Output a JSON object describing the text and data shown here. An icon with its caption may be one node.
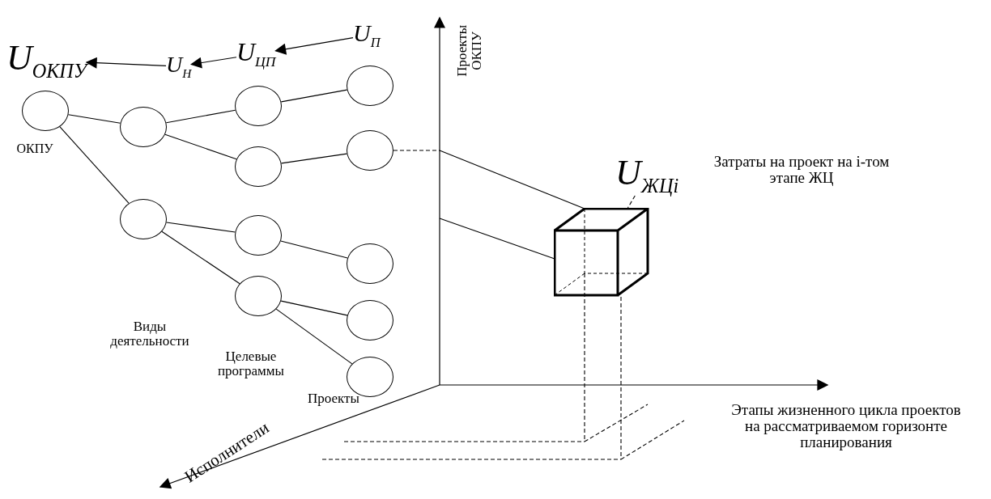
{
  "diagram": {
    "nodes": [
      {
        "text": [],
        "shape": "circle"
      },
      {
        "text": [],
        "shape": "circle"
      },
      {
        "text": [],
        "shape": "circle"
      },
      {
        "text": [],
        "shape": "circle"
      },
      {
        "text": [],
        "shape": "circle"
      },
      {
        "text": [],
        "shape": "circle"
      },
      {
        "text": [],
        "shape": "circle"
      },
      {
        "text": [],
        "shape": "circle"
      },
      {
        "text": [],
        "shape": "circle"
      },
      {
        "text": [],
        "shape": "circle"
      },
      {
        "text": [],
        "shape": "circle"
      },
      {
        "text": [],
        "shape": "circle"
      },
      {
        "text": [
          "U$_{ОКПУ}$"
        ]
      },
      {
        "text": [
          "U$_{Н}$"
        ]
      },
      {
        "text": [
          "U$_{ЦП}$"
        ]
      },
      {
        "text": [
          "U$_{П}$"
        ]
      },
      {
        "text": [],
        "shape": "box"
      },
      {
        "text": [
          "U$_{ЖЦ}$$_{i}$"
        ],
        "beside": [
          "Затраты на проект на i-том этапе ЖЦ"
        ]
      }
    ],
    "edges": [
      {
        "from": 0,
        "to": 1,
        "arrow": "none"
      },
      {
        "from": 0,
        "to": 2,
        "arrow": "none"
      },
      {
        "from": 1,
        "to": 3,
        "arrow": "none"
      },
      {
        "from": 1,
        "to": 4,
        "arrow": "none"
      },
      {
        "from": 3,
        "to": 7,
        "arrow": "none"
      },
      {
        "from": 4,
        "to": 8,
        "arrow": "none"
      },
      {
        "from": 2,
        "to": 5,
        "arrow": "none"
      },
      {
        "from": 2,
        "to": 6,
        "arrow": "none"
      },
      {
        "from": 5,
        "to": 9,
        "arrow": "none"
      },
      {
        "from": 6,
        "to": 10,
        "arrow": "none"
      },
      {
        "from": 6,
        "to": 11,
        "arrow": "none"
      },
      {
        "from": 15,
        "to": 14,
        "arrow": "to"
      },
      {
        "from": 14,
        "to": 13,
        "arrow": "to"
      },
      {
        "from": 13,
        "to": 12,
        "arrow": "to"
      },
      {
        "from": 17,
        "to": 16,
        "arrow": "none",
        "style": "dashed"
      },
      {
        "from": 8,
        "to": null,
        "arrow": "none",
        "style": "dashed"
      }
    ],
    "labels": [
      "Проекты ОКПУ",
      "ОКПУ",
      "Виды деятельности",
      "Целевые программы",
      "Проекты",
      "Этапы жизненного цикла проектов на рассматриваемом горизонте планирования",
      "Исполнители"
    ]
  }
}
